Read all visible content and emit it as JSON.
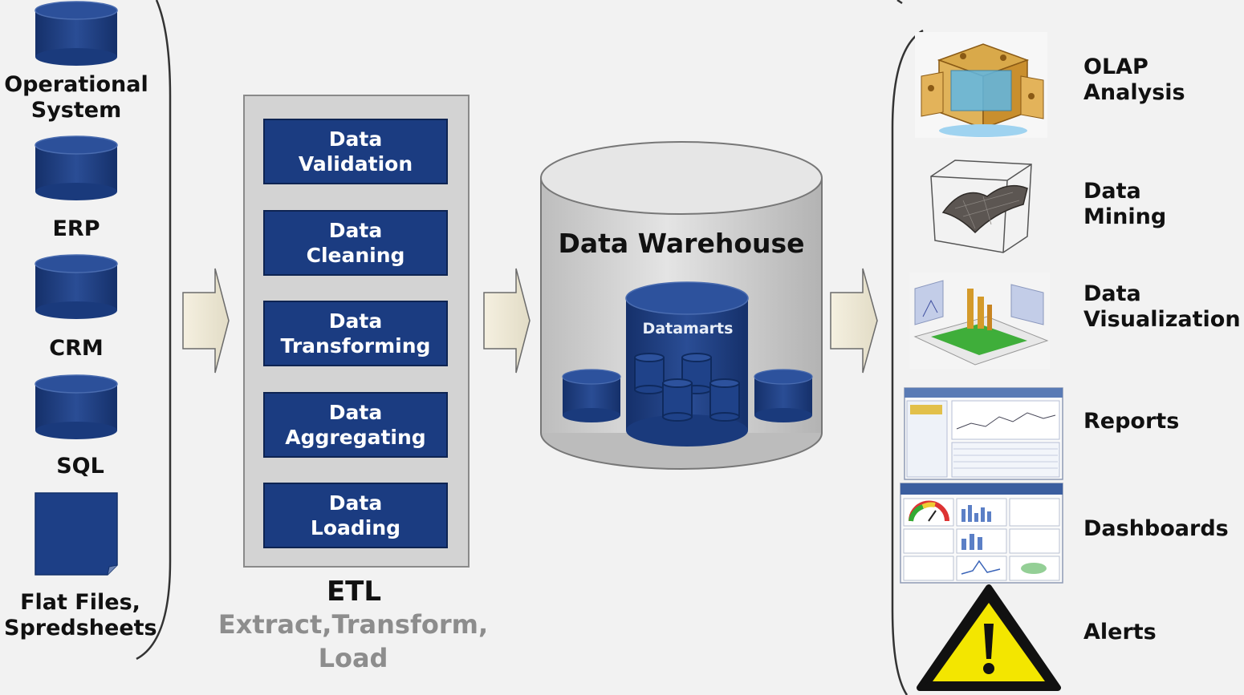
{
  "sources": [
    {
      "label": "Operational\nSystem",
      "icon": "database-cylinder"
    },
    {
      "label": "ERP",
      "icon": "database-cylinder"
    },
    {
      "label": "CRM",
      "icon": "database-cylinder"
    },
    {
      "label": "SQL",
      "icon": "database-cylinder"
    },
    {
      "label": "Flat Files,\nSpredsheets",
      "icon": "file-sheet"
    }
  ],
  "etl": {
    "steps": [
      "Data\nValidation",
      "Data\nCleaning",
      "Data\nTransforming",
      "Data\nAggregating",
      "Data\nLoading"
    ],
    "title": "ETL",
    "subtitle": "Extract,Transform,\nLoad"
  },
  "warehouse": {
    "title": "Data Warehouse",
    "datamarts_label": "Datamarts"
  },
  "tools": [
    {
      "label": "OLAP\nAnalysis",
      "icon": "olap-cube-icon"
    },
    {
      "label": "Data\nMining",
      "icon": "surface-plot-icon"
    },
    {
      "label": "Data\nVisualization",
      "icon": "3d-chart-icon"
    },
    {
      "label": "Reports",
      "icon": "report-screenshot-icon"
    },
    {
      "label": "Dashboards",
      "icon": "dashboard-screenshot-icon"
    },
    {
      "label": "Alerts",
      "icon": "warning-sign-icon"
    }
  ],
  "colors": {
    "background": "#f2f2f2",
    "db_blue": "#1b3c81",
    "etl_panel": "#d3d3d3",
    "arrow_fill": "#efe9d6",
    "warehouse_gray": "#d6d6d6",
    "subtitle_gray": "#8d8d8d",
    "alert_yellow": "#f3e600"
  }
}
